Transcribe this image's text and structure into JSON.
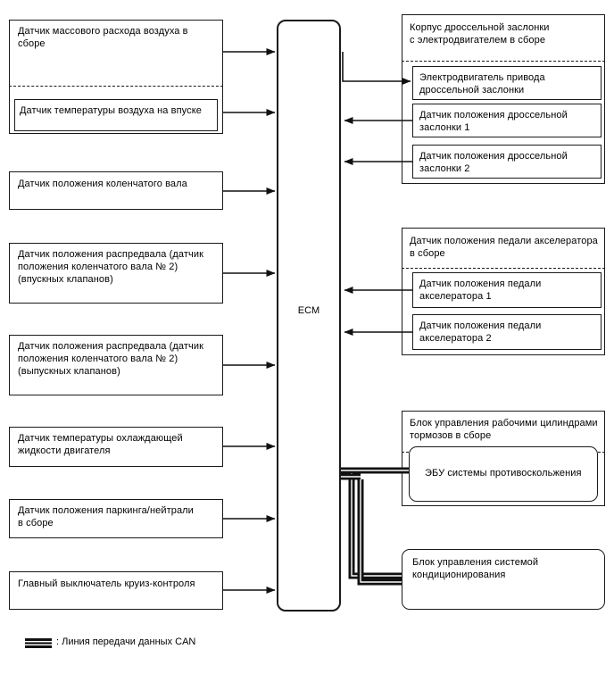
{
  "diagram": {
    "center": {
      "label": "ECM"
    },
    "left_inputs": [
      {
        "id": "maf-assembly",
        "label": "Датчик массового расхода воздуха в сборе",
        "inner_label": "Датчик температуры воздуха на впуске",
        "arrows": 2,
        "direction": "to-ecm"
      },
      {
        "id": "crankshaft-position-sensor",
        "label": "Датчик положения коленчатого вала",
        "arrows": 1,
        "direction": "to-ecm"
      },
      {
        "id": "camshaft-position-sensor-intake",
        "label": "Датчик положения распредвала (датчик\nположения коленчатого вала № 2)\n(впускных клапанов)",
        "arrows": 1,
        "direction": "to-ecm"
      },
      {
        "id": "camshaft-position-sensor-exhaust",
        "label": "Датчик положения распредвала (датчик\nположения коленчатого вала № 2)\n(выпускных клапанов)",
        "arrows": 1,
        "direction": "to-ecm"
      },
      {
        "id": "engine-coolant-temp-sensor",
        "label": "Датчик температуры охлаждающей\nжидкости двигателя",
        "arrows": 1,
        "direction": "to-ecm"
      },
      {
        "id": "park-neutral-position-sensor",
        "label": "Датчик положения паркинга/нейтрали\nв сборе",
        "arrows": 1,
        "direction": "to-ecm"
      },
      {
        "id": "cruise-control-main-switch",
        "label": "Главный выключатель круиз-контроля",
        "arrows": 1,
        "direction": "to-ecm"
      }
    ],
    "right_groups": [
      {
        "id": "throttle-body-assembly",
        "label": "Корпус дроссельной заслонки\nс электродвигателем в сборе",
        "children": [
          {
            "id": "throttle-actuator-motor",
            "label": "Электродвигатель привода\nдроссельной заслонки",
            "direction": "from-ecm"
          },
          {
            "id": "throttle-position-sensor-1",
            "label": "Датчик положения дроссельной\nзаслонки 1",
            "direction": "to-ecm"
          },
          {
            "id": "throttle-position-sensor-2",
            "label": "Датчик положения дроссельной\nзаслонки 2",
            "direction": "to-ecm"
          }
        ]
      },
      {
        "id": "accelerator-pedal-assembly",
        "label": "Датчик положения педали акселератора\nв сборе",
        "children": [
          {
            "id": "accelerator-pedal-position-sensor-1",
            "label": "Датчик положения педали\nакселератора 1",
            "direction": "to-ecm"
          },
          {
            "id": "accelerator-pedal-position-sensor-2",
            "label": "Датчик положения педали\nакселератора 2",
            "direction": "to-ecm"
          }
        ]
      },
      {
        "id": "brake-actuator-assembly",
        "label": "Блок управления рабочими цилиндрами\nтормозов в сборе",
        "children": [
          {
            "id": "skid-control-ecu",
            "label": "ЭБУ системы противоскольжения",
            "direction": "can"
          }
        ]
      },
      {
        "id": "air-conditioning-control-unit",
        "label": "Блок управления системой\nкондиционирования",
        "children": [],
        "direction": "can"
      }
    ],
    "legend": {
      "symbol_name": "can-bus-line-symbol",
      "label": ": Линия передачи данных CAN"
    },
    "colors": {
      "stroke": "#1a1a1a",
      "background": "#ffffff",
      "text": "#000000"
    }
  }
}
